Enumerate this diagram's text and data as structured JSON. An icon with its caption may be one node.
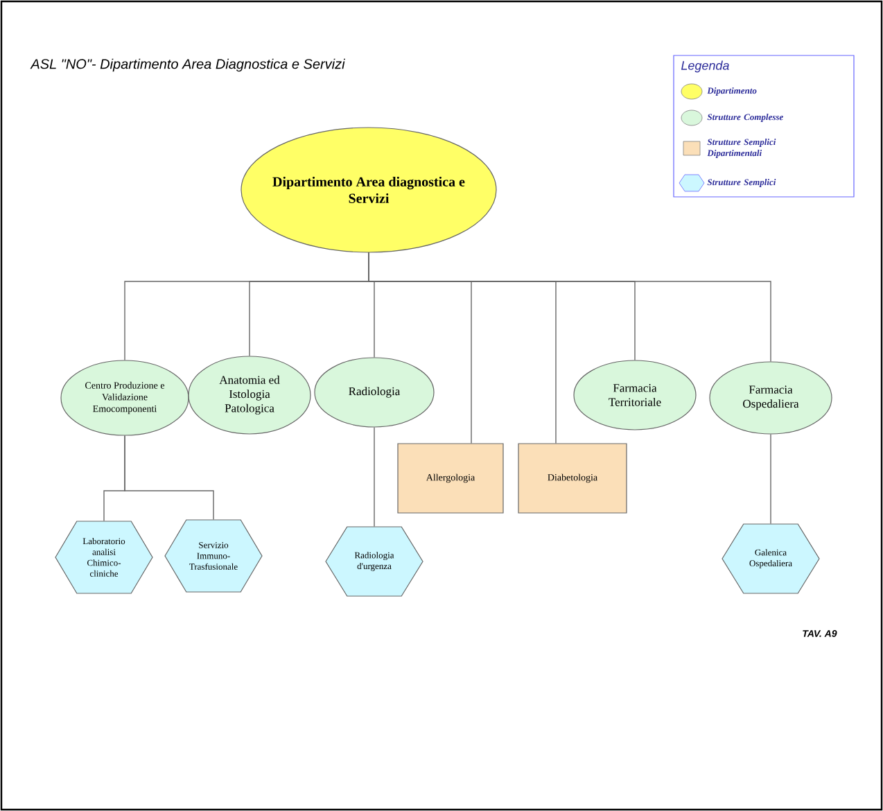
{
  "diagram": {
    "title": "ASL \"NO\"- Dipartimento Area Diagnostica e Servizi",
    "nodes": [
      {
        "text": [
          "Dipartimento Area diagnostica e Servizi"
        ]
      },
      {
        "text": [
          "Centro Produzione e Validazione Emocomponenti"
        ]
      },
      {
        "text": [
          "Anatomia ed Istologia Patologica"
        ]
      },
      {
        "text": [
          "Radiologia"
        ]
      },
      {
        "text": [
          "Allergologia"
        ]
      },
      {
        "text": [
          "Diabetologia"
        ]
      },
      {
        "text": [
          "Farmacia Territoriale"
        ]
      },
      {
        "text": [
          "Farmacia Ospedaliera"
        ]
      },
      {
        "text": [
          "Laboratorio analisi Chimico-cliniche"
        ]
      },
      {
        "text": [
          "Servizio Immuno-Trasfusionale"
        ]
      },
      {
        "text": [
          "Radiologia d'urgenza"
        ]
      },
      {
        "text": [
          "Galenica Ospedaliera"
        ]
      }
    ],
    "edges": [
      {
        "from": 0,
        "to": 1,
        "arrow": "none"
      },
      {
        "from": 0,
        "to": 2,
        "arrow": "none"
      },
      {
        "from": 0,
        "to": 3,
        "arrow": "none"
      },
      {
        "from": 0,
        "to": 4,
        "arrow": "none"
      },
      {
        "from": 0,
        "to": 5,
        "arrow": "none"
      },
      {
        "from": 0,
        "to": 6,
        "arrow": "none"
      },
      {
        "from": 0,
        "to": 7,
        "arrow": "none"
      },
      {
        "from": 1,
        "to": 8,
        "arrow": "none"
      },
      {
        "from": 1,
        "to": 9,
        "arrow": "none"
      },
      {
        "from": 3,
        "to": 10,
        "arrow": "none"
      },
      {
        "from": 7,
        "to": 11,
        "arrow": "none"
      }
    ],
    "labels": [
      "Legenda",
      "TAV. A9"
    ],
    "legend": [
      {
        "text": "Dipartimento",
        "color": "#ffff66"
      },
      {
        "text": "Strutture Complesse",
        "color": "#d9f7dc"
      },
      {
        "text": "Strutture Semplici Dipartimentali",
        "color": "#fbdfb8"
      },
      {
        "text": "Strutture Semplici",
        "color": "#ccf7ff"
      }
    ]
  }
}
